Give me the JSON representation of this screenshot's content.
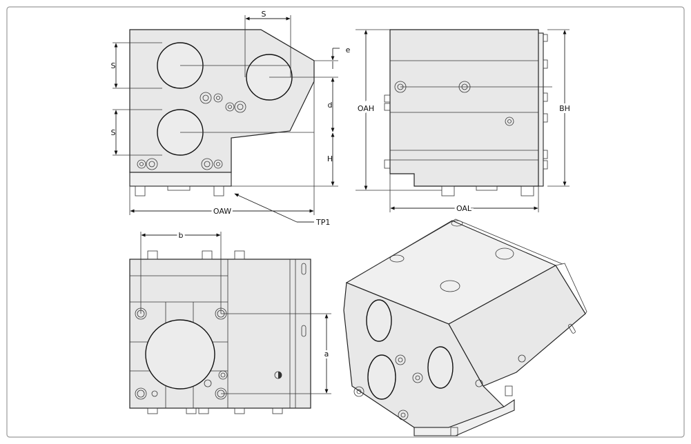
{
  "figure": {
    "title": "Turret tool holder dimension drawing",
    "labels": {
      "s_top": "S",
      "s_left_upper": "S",
      "s_left_lower": "S",
      "e": "e",
      "d": "d",
      "h": "H",
      "oaw": "OAW",
      "tp1": "TP1",
      "oah": "OAH",
      "bh": "BH",
      "oal": "OAL",
      "b": "b",
      "a": "a"
    }
  },
  "colors": {
    "line": "#222222",
    "fill": "#e8e8e8",
    "frame": "#9a9a9a"
  }
}
